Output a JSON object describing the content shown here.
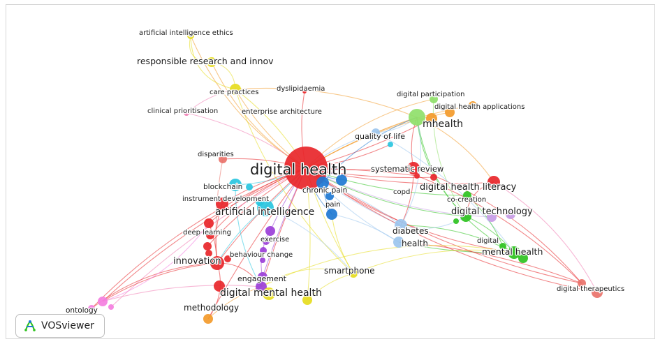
{
  "app": {
    "name": "VOSviewer"
  },
  "colors": {
    "red": "#e8262a",
    "yellow": "#e6dc1e",
    "orange": "#f39a2a",
    "green": "#2ec21f",
    "light_green": "#8fe06a",
    "blue": "#1e78d2",
    "light_blue": "#9cc6ee",
    "cyan": "#29c6e0",
    "purple": "#9b3fd8",
    "pink": "#f07cb3",
    "salmon": "#e9726a",
    "light_purple": "#c79be6",
    "magenta": "#f47fe0"
  },
  "labels": {
    "artificial_intelligence_ethics": "artificial intelligence ethics",
    "responsible_research": "responsible research and innov",
    "care_practices": "care practices",
    "dyslipidaemia": "dyslipidaemia",
    "clinical_prioritisation": "clinical prioritisation",
    "enterprise_architecture": "enterprise architecture",
    "digital_participation": "digital participation",
    "digital_health_applications": "digital health applications",
    "mhealth": "mhealth",
    "quality_of_life": "quality of life",
    "disparities": "disparities",
    "digital_health": "digital health",
    "systematic_review": "systematic review",
    "blockchain": "blockchain",
    "chronic_pain": "chronic pain",
    "digital_health_literacy": "digital health literacy",
    "copd": "copd",
    "instrument_development": "instrument development",
    "pain": "pain",
    "co_creation": "co-creation",
    "artificial_intelligence": "artificial intelligence",
    "digital_technology": "digital technology",
    "deep_learning": "deep learning",
    "diabetes": "diabetes",
    "exercise": "exercise",
    "health": "health",
    "digital": "digital",
    "behaviour_change": "behaviour change",
    "mental_health": "mental health",
    "innovation": "innovation",
    "smartphone": "smartphone",
    "engagement": "engagement",
    "digital_mental_health": "digital mental health",
    "digital_therapeutics": "digital therapeutics",
    "methodology": "methodology",
    "ontology": "ontology"
  }
}
